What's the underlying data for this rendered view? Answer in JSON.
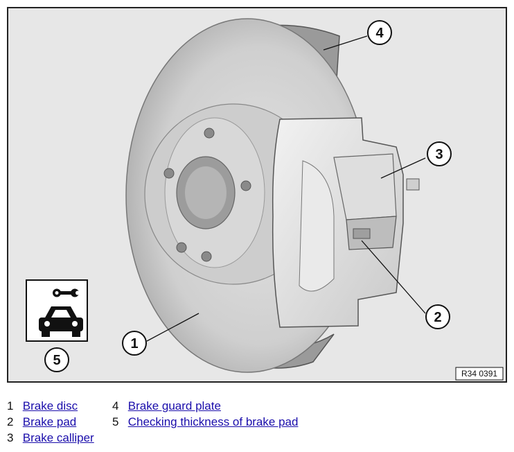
{
  "figure": {
    "reference_code": "R34 0391",
    "callouts": [
      {
        "number": "1"
      },
      {
        "number": "2"
      },
      {
        "number": "3"
      },
      {
        "number": "4"
      },
      {
        "number": "5"
      }
    ],
    "icons": [
      "wrench-icon",
      "car-icon"
    ]
  },
  "legend": {
    "items": [
      {
        "number": "1",
        "label": "Brake disc"
      },
      {
        "number": "2",
        "label": "Brake pad"
      },
      {
        "number": "3",
        "label": "Brake calliper"
      },
      {
        "number": "4",
        "label": "Brake guard plate"
      },
      {
        "number": "5",
        "label": "Checking thickness of brake pad"
      }
    ]
  }
}
